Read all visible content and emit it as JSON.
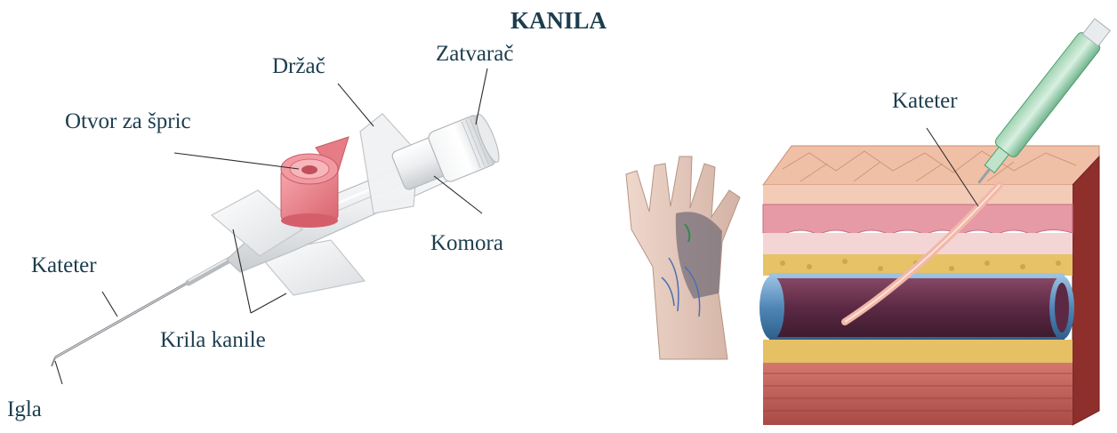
{
  "title": "KANILA",
  "cannula_labels": {
    "drzac": "Držač",
    "zatvarac": "Zatvarač",
    "otvor": "Otvor za špric",
    "komora": "Komora",
    "kateter": "Kateter",
    "krila": "Krila kanile",
    "igla": "Igla"
  },
  "insertion_labels": {
    "kateter": "Kateter"
  },
  "colors": {
    "label_text": "#1c3d4e",
    "injection_port": "#e8878f",
    "vein": "#6a3550",
    "vein_wall": "#4f86b6",
    "skin": "#f1c9b4",
    "fat": "#e7c267",
    "muscle": "#c2625b"
  }
}
